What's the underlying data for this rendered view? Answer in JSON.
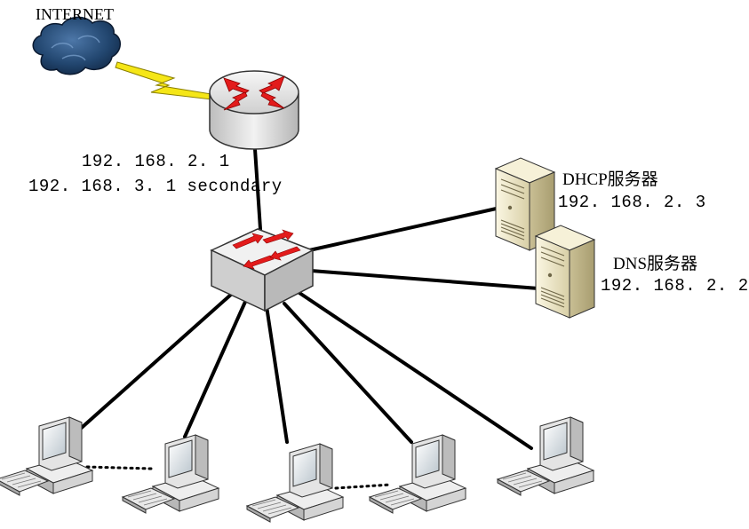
{
  "internet": {
    "label": "INTERNET"
  },
  "router": {
    "primary_ip": "192. 168. 2. 1",
    "secondary_ip": "192. 168. 3. 1 secondary"
  },
  "dhcp_server": {
    "name": "DHCP服务器",
    "ip": "192. 168. 2. 3"
  },
  "dns_server": {
    "name": "DNS服务器",
    "ip": "192. 168. 2. 2"
  },
  "colors": {
    "link": "#000000",
    "lightning": "#f5e617",
    "arrow": "#e31b1b",
    "cloud": "#1f3f6a",
    "server": "#ece6c6",
    "device": "#d9d9d9"
  },
  "icons": {
    "cloud": "cloud-icon",
    "router": "router-icon",
    "switch": "switch-icon",
    "server": "server-icon",
    "pc": "desktop-pc-icon"
  }
}
